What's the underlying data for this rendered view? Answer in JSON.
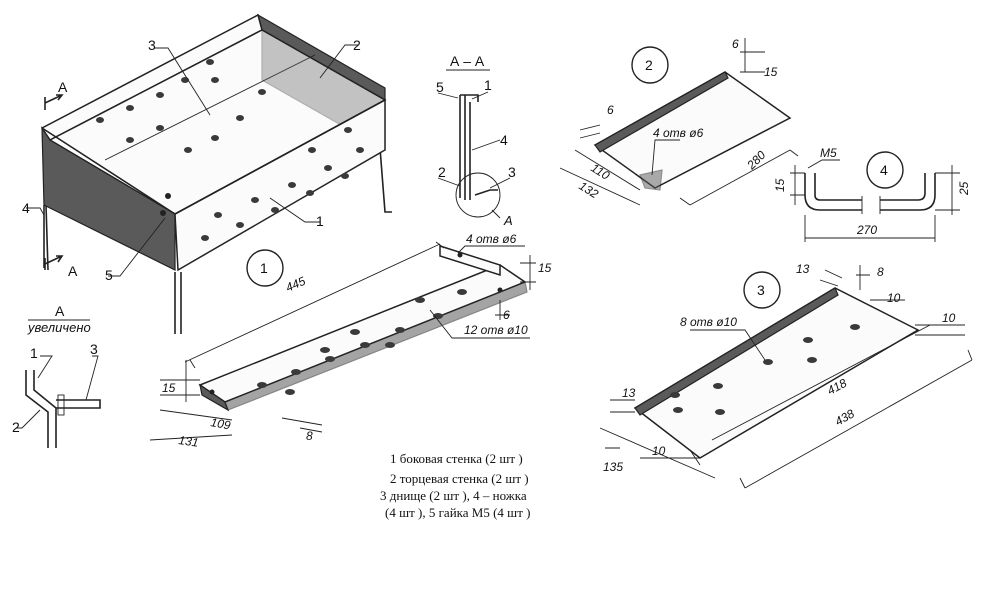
{
  "assembly": {
    "callouts": [
      "1",
      "2",
      "3",
      "4",
      "5"
    ],
    "section_mark": "A"
  },
  "section_aa": {
    "title": "А – А",
    "callouts": [
      "5",
      "1",
      "4",
      "2",
      "3"
    ],
    "detail_mark": "A"
  },
  "detail_a": {
    "title": "A",
    "subtitle": "увеличено",
    "callouts": [
      "1",
      "2",
      "3"
    ]
  },
  "part1": {
    "number": "1",
    "dims": {
      "length": "445",
      "holes_small": "4 отв ø6",
      "flange_h": "15",
      "flange_w": "6",
      "holes_large": "12 отв ø10",
      "left_h": "15",
      "w109": "109",
      "w131": "131",
      "bottom": "8"
    }
  },
  "part2": {
    "number": "2",
    "dims": {
      "top6": "6",
      "top15": "15",
      "side6": "6",
      "holes": "4 отв ø6",
      "length": "280",
      "w110": "110",
      "w132": "132"
    }
  },
  "part3": {
    "number": "3",
    "dims": {
      "d13a": "13",
      "d8": "8",
      "d10a": "10",
      "holes": "8 отв ø10",
      "d10b": "10",
      "d13b": "13",
      "d418": "418",
      "d438": "438",
      "d10c": "10",
      "d135": "135"
    }
  },
  "part4": {
    "number": "4",
    "dims": {
      "thread": "M5",
      "left_h": "15",
      "right_h": "25",
      "length": "270"
    }
  },
  "legend": {
    "lines": [
      "1     боковая стенка (2 шт )",
      "2     торцевая стенка (2 шт )",
      "3      днище (2 шт ), 4 –  ножка",
      "(4 шт ), 5     гайка M5 (4 шт )"
    ]
  }
}
